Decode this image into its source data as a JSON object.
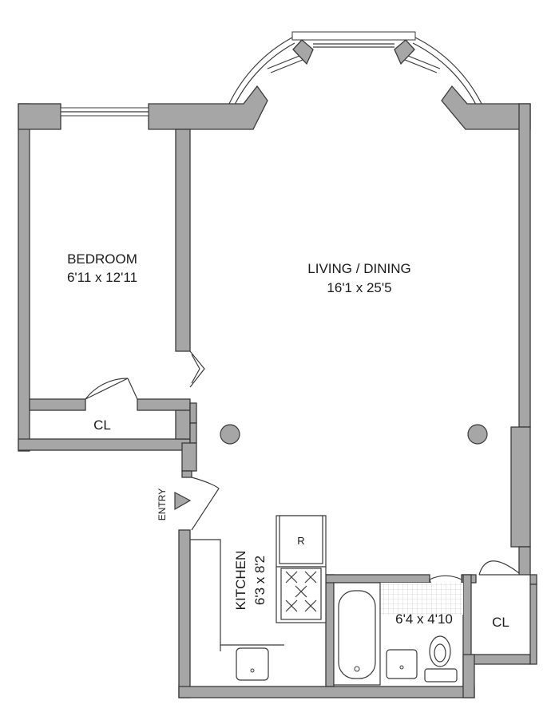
{
  "rooms": {
    "bedroom": {
      "name": "BEDROOM",
      "size": "6'11 x 12'11"
    },
    "living": {
      "name": "LIVING / DINING",
      "size": "16'1 x 25'5"
    },
    "kitchen": {
      "name": "KITCHEN",
      "size": "6'3 x 8'2"
    },
    "bath": {
      "size": "6'4 x 4'10"
    },
    "closet_bedroom": {
      "name": "CL"
    },
    "closet_right": {
      "name": "CL"
    }
  },
  "entry": {
    "label": "ENTRY"
  },
  "appliances": {
    "refrigerator": "R"
  },
  "colors": {
    "wall": "#a6a6a6",
    "outline": "#3a3a3a",
    "tile": "#d9d9d9"
  }
}
